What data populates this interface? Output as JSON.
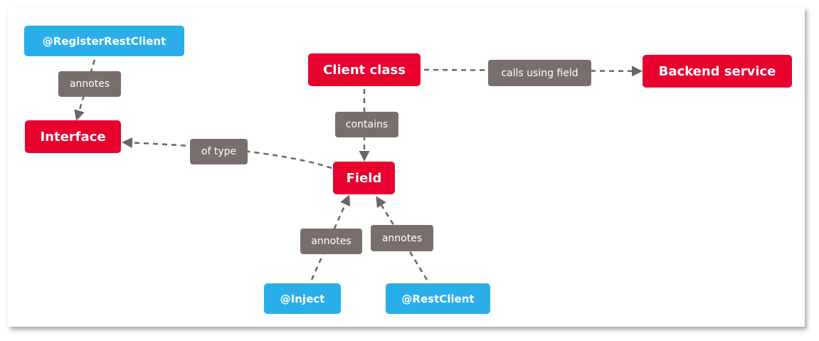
{
  "nodes": {
    "register_rest_client": "@RegisterRestClient",
    "interface": "Interface",
    "client_class": "Client class",
    "backend_service": "Backend service",
    "field": "Field",
    "inject": "@Inject",
    "rest_client": "@RestClient"
  },
  "edge_labels": {
    "register_annotes": "annotes",
    "calls_using_field": "calls using field",
    "contains": "contains",
    "of_type": "of type",
    "inject_annotes": "annotes",
    "rest_client_annotes": "annotes"
  },
  "colors": {
    "primary_node": "#e8002f",
    "annotation_node": "#2aaeea",
    "edge_label": "#7a6e6d",
    "edge_line": "#6e6463"
  }
}
